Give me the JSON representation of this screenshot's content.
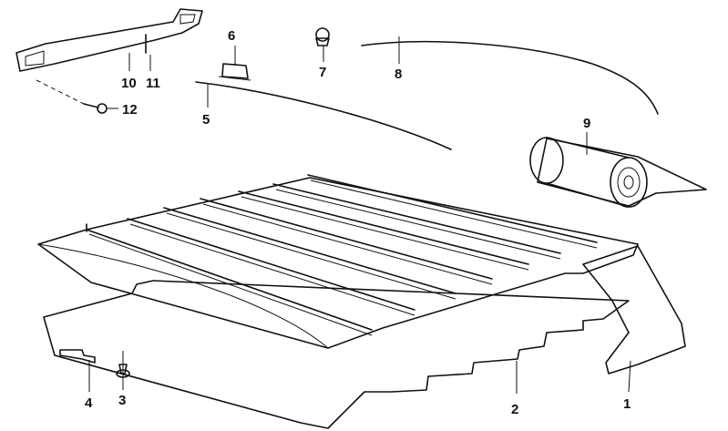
{
  "diagram": {
    "type": "exploded-parts-view",
    "parts": [
      {
        "key": "p1",
        "number": "1"
      },
      {
        "key": "p2",
        "number": "2"
      },
      {
        "key": "p3",
        "number": "3"
      },
      {
        "key": "p4",
        "number": "4"
      },
      {
        "key": "p5",
        "number": "5"
      },
      {
        "key": "p6",
        "number": "6"
      },
      {
        "key": "p7",
        "number": "7"
      },
      {
        "key": "p8",
        "number": "8"
      },
      {
        "key": "p9",
        "number": "9"
      },
      {
        "key": "p10",
        "number": "10"
      },
      {
        "key": "p11",
        "number": "11"
      },
      {
        "key": "p12",
        "number": "12"
      }
    ],
    "colors": {
      "ink": "#111111",
      "paper": "#ffffff",
      "panel": "#ffffff"
    }
  }
}
